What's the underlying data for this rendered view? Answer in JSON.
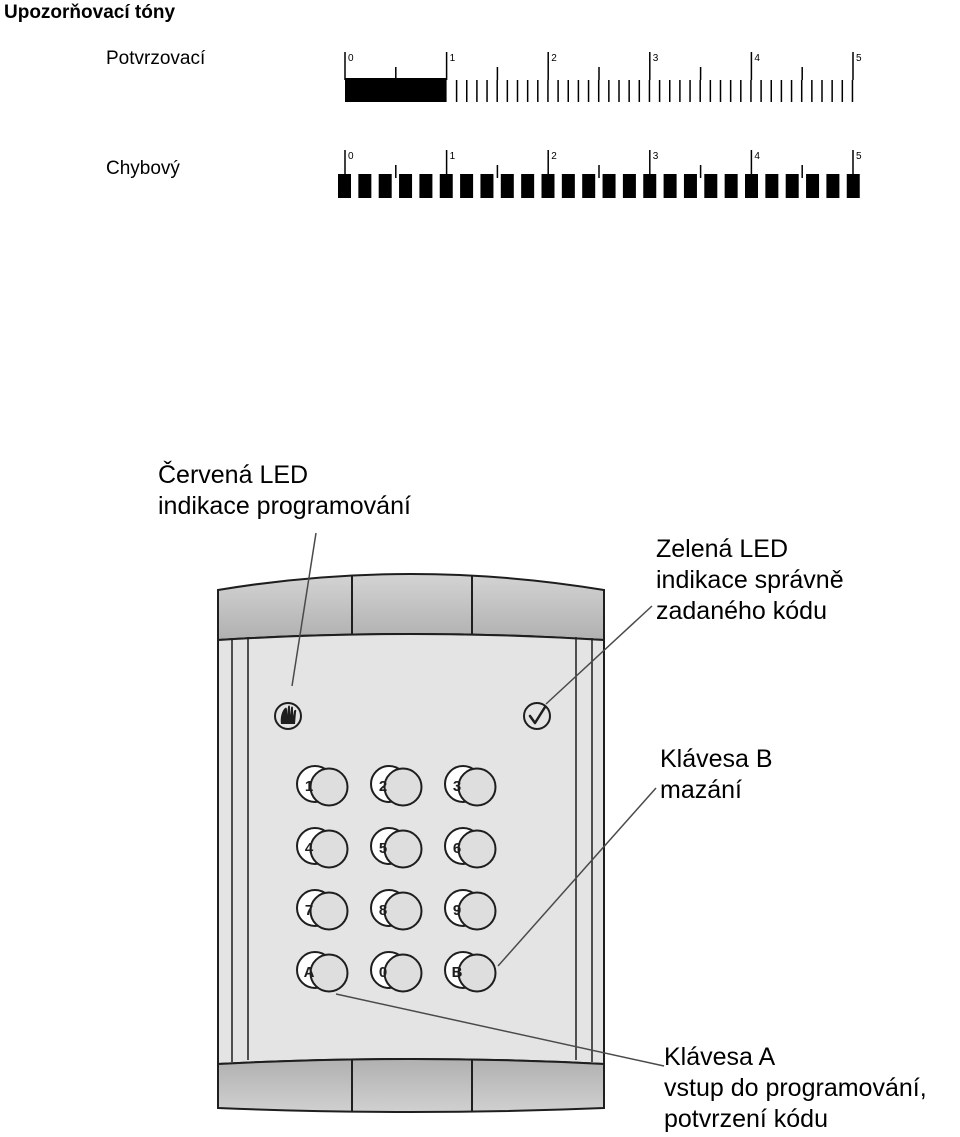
{
  "tones": {
    "title": "Upozorňovací tóny",
    "scale_ticks": [
      "0",
      "1",
      "2",
      "3",
      "4",
      "5"
    ],
    "rows": [
      {
        "label": "Potvrzovací",
        "pattern": "continuous",
        "on_seconds": 1,
        "repeat": "none"
      },
      {
        "label": "Chybový",
        "pattern": "pulsed",
        "repeat": "until 5 s"
      }
    ]
  },
  "keypad": {
    "leds": [
      {
        "name": "programming-led",
        "symbol": "hand-icon",
        "color": "red"
      },
      {
        "name": "ok-led",
        "symbol": "checkmark-icon",
        "color": "green"
      }
    ],
    "keys": [
      "1",
      "2",
      "3",
      "4",
      "5",
      "6",
      "7",
      "8",
      "9",
      "A",
      "0",
      "B"
    ]
  },
  "callouts": {
    "red_led": [
      "Červená LED",
      "indikace programování"
    ],
    "green_led": [
      "Zelená LED",
      "indikace správně",
      "zadaného  kódu"
    ],
    "key_b": [
      "Klávesa B",
      "mazání"
    ],
    "key_a": [
      "Klávesa A",
      "vstup do programování,",
      "potvrzení kódu"
    ]
  }
}
